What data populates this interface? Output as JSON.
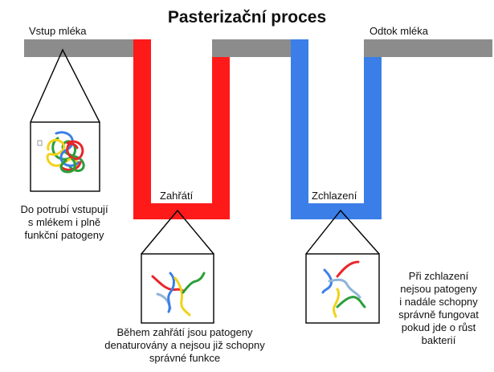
{
  "title": "Pasterizační proces",
  "labels": {
    "inlet": "Vstup mléka",
    "outlet": "Odtok mléka",
    "heating": "Zahřátí",
    "cooling": "Zchlazení"
  },
  "notes": {
    "inlet": [
      "Do potrubí vstupují",
      "s mlékem i plně",
      "funkční patogeny"
    ],
    "heating": [
      "Během zahřátí jsou patogeny",
      "denaturovány a nejsou již schopny",
      "správné funkce"
    ],
    "cooling": [
      "Při zchlazení",
      "nejsou patogeny",
      "i nadále schopny",
      "správně fungovat",
      "pokud jde o růst",
      "bakterií"
    ]
  },
  "colors": {
    "pipe_gray": "#8c8c8c",
    "heating": "#ff1a1a",
    "cooling": "#3b7ee8",
    "pathogen_colors": [
      "#e8262a",
      "#f2d21a",
      "#2a9e3a",
      "#3b7ee8",
      "#8fb4d9"
    ]
  }
}
